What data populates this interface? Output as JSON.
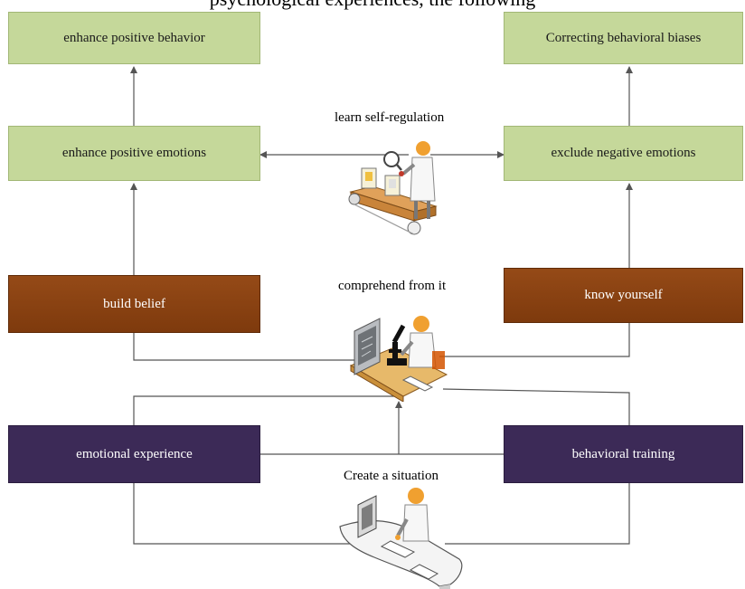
{
  "header_fragment": "psychological experiences, the following",
  "boxes": {
    "enhance_positive_behavior": "enhance positive behavior",
    "correcting_behavioral_biases": "Correcting behavioral biases",
    "enhance_positive_emotions": "enhance positive emotions",
    "exclude_negative_emotions": "exclude negative emotions",
    "build_belief": "build belief",
    "know_yourself": "know yourself",
    "emotional_experience": "emotional experience",
    "behavioral_training": "behavioral training"
  },
  "labels": {
    "learn_self_regulation": "learn self-regulation",
    "comprehend_from_it": "comprehend from it",
    "create_a_situation": "Create a situation"
  },
  "colors": {
    "green_box": "#c5d89a",
    "brown_box": "#8a4312",
    "purple_box": "#3c2a57",
    "connector": "#555555"
  },
  "icons": {
    "self_regulation": "inspector-with-magnifier-conveyor",
    "comprehend": "scientist-with-microscope-desk",
    "situation": "person-at-computer-desk"
  }
}
